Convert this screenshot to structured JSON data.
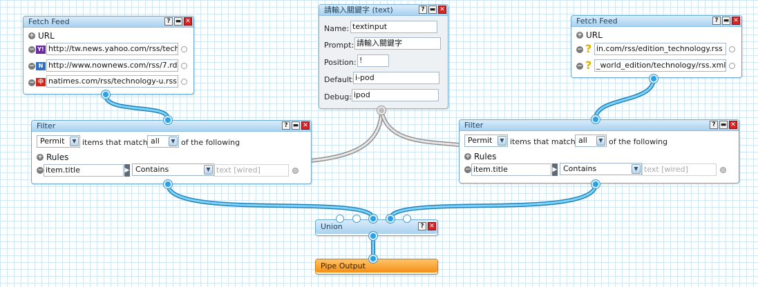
{
  "fetch_left": {
    "title": "Fetch Feed",
    "url_label": "URL",
    "urls": [
      "http://tw.news.yahoo.com/rss/tech",
      "http://www.nownews.com/rss/7.rdf",
      "natimes.com/rss/technology-u.rss"
    ],
    "favicons": [
      "Y!",
      "N",
      "中"
    ]
  },
  "text_input": {
    "title": "請輸入關鍵字 (text)",
    "name_label": "Name:",
    "name_value": "textinput",
    "prompt_label": "Prompt:",
    "prompt_value": "請輸入關鍵字",
    "position_label": "Position:",
    "position_value": "!",
    "default_label": "Default:",
    "default_value": "i-pod",
    "debug_label": "Debug:",
    "debug_value": "ipod"
  },
  "fetch_right": {
    "title": "Fetch Feed",
    "url_label": "URL",
    "urls": [
      "in.com/rss/edition_technology.rss",
      "_world_edition/technology/rss.xml"
    ]
  },
  "filter_left": {
    "title": "Filter",
    "mode": "Permit",
    "items_match_text": "items that match",
    "match": "all",
    "of_following": "of the following",
    "rules_label": "Rules",
    "rule_field": "item.title",
    "operator": "Contains",
    "value_placeholder": "text [wired]"
  },
  "filter_right": {
    "title": "Filter",
    "mode": "Permit",
    "items_match_text": "items that match",
    "match": "all",
    "of_following": "of the following",
    "rules_label": "Rules",
    "rule_field": "item.title",
    "operator": "Contains",
    "value_placeholder": "text [wired]"
  },
  "union": {
    "title": "Union"
  },
  "pipe_output": {
    "title": "Pipe Output"
  },
  "window_buttons": {
    "help": "?",
    "minimize": "▬",
    "close": "✕"
  },
  "colors": {
    "wire": "#35b4ec",
    "wire_outline": "#1d7fb5",
    "grey_wire": "#bdbdbd",
    "grid": "#cfe7f5",
    "output_title": "#f58f14"
  }
}
